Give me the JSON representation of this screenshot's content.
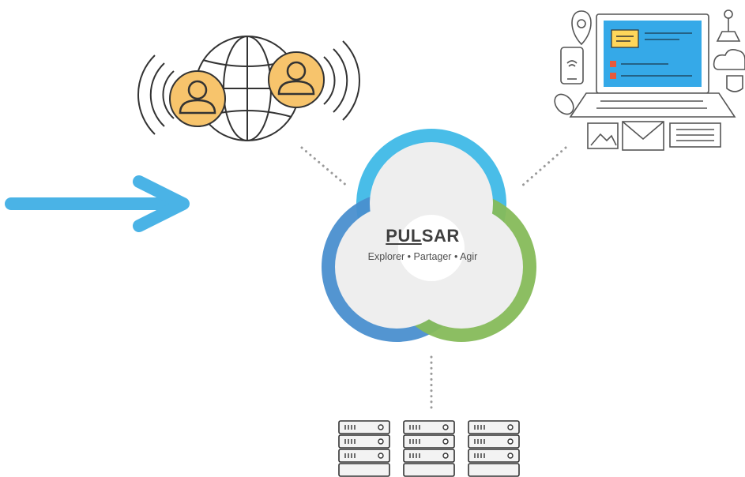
{
  "hub": {
    "brand_underlined": "PUL",
    "brand_rest": "SAR",
    "tagline": "Explorer • Partager • Agir"
  },
  "icons": {
    "arrow": "arrow-right-icon",
    "network": "globe-users-icon",
    "workstation": "laptop-devices-icon",
    "servers": "server-rack-icon"
  },
  "colors": {
    "arrow": "#4ab3e6",
    "ring_top": "#49bde8",
    "ring_left": "#4a8fcf",
    "ring_right": "#86bb5a",
    "user_fill": "#f7c46c",
    "hub_fill": "#eeeeee",
    "dots": "#9a9a9a"
  }
}
